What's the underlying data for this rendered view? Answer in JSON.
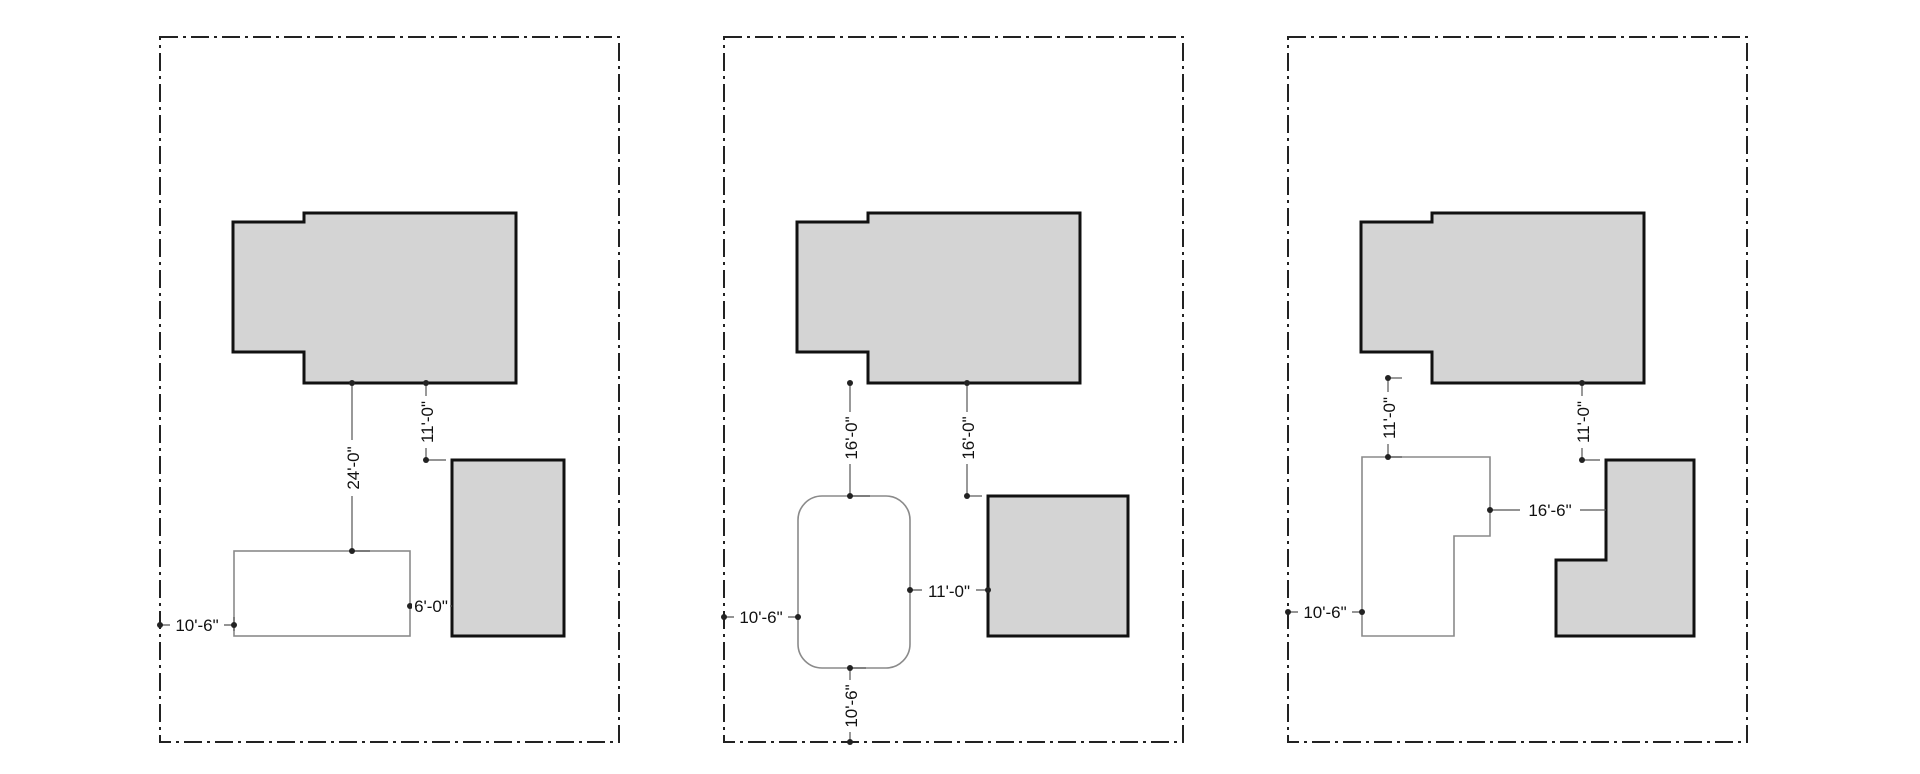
{
  "diagrams": [
    {
      "id": "plan-1",
      "dimensions": {
        "pool_to_house": "24'-0\"",
        "house_to_shed": "11'-0\"",
        "pool_to_lot_line": "10'-6\"",
        "pool_to_shed": "6'-0\""
      }
    },
    {
      "id": "plan-2",
      "dimensions": {
        "pool_to_house": "16'-0\"",
        "house_to_shed": "16'-0\"",
        "pool_to_lot_line": "10'-6\"",
        "pool_to_shed": "11'-0\"",
        "pool_to_rear_line": "10'-6\""
      }
    },
    {
      "id": "plan-3",
      "dimensions": {
        "pool_to_house": "11'-0\"",
        "house_to_shed": "11'-0\"",
        "pool_to_shed": "16'-6\"",
        "pool_to_lot_line": "10'-6\""
      }
    }
  ]
}
